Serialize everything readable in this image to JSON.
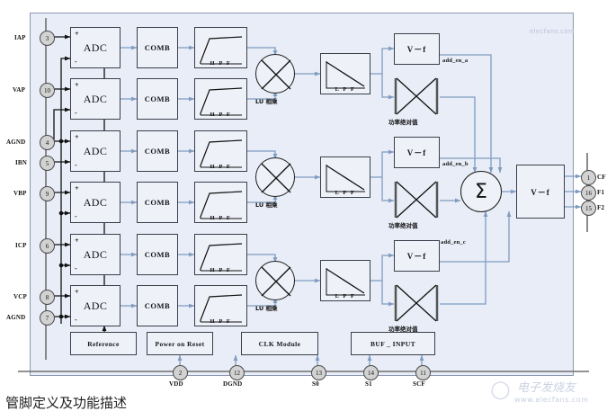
{
  "page": {
    "caption": "管脚定义及功能描述",
    "watermark_top": "elecfans.com",
    "watermark_brand": "电子发烧友",
    "watermark_url": "www.elecfans.com"
  },
  "colors": {
    "diagram_background": "#e8edf7",
    "block_fill": "#eef1f8",
    "block_border": "#3a3f4b",
    "signal_line": "#7f9cc0",
    "control_line": "#1c1c1c",
    "pin_fill": "#d2d2d2"
  },
  "input_pins": [
    {
      "label": "IAP",
      "number": "3"
    },
    {
      "label": "VAP",
      "number": "10"
    },
    {
      "label": "AGND",
      "number": "4"
    },
    {
      "label": "IBN",
      "number": "5"
    },
    {
      "label": "VBP",
      "number": "9"
    },
    {
      "label": "ICP",
      "number": "6"
    },
    {
      "label": "VCP",
      "number": "8"
    },
    {
      "label": "AGND",
      "number": "7"
    }
  ],
  "output_pins": [
    {
      "label": "CF",
      "number": "1"
    },
    {
      "label": "F1",
      "number": "16"
    },
    {
      "label": "F2",
      "number": "15"
    }
  ],
  "bottom_pins": [
    {
      "label": "VDD",
      "number": "2"
    },
    {
      "label": "DGND",
      "number": "12"
    },
    {
      "label": "S0",
      "number": "13"
    },
    {
      "label": "S1",
      "number": "14"
    },
    {
      "label": "SCF",
      "number": "11"
    }
  ],
  "adc_blocks": [
    {
      "label": "ADC",
      "plus": "+",
      "minus": "-"
    },
    {
      "label": "ADC",
      "plus": "+",
      "minus": "-"
    },
    {
      "label": "ADC",
      "plus": "+",
      "minus": "-"
    },
    {
      "label": "ADC",
      "plus": "+",
      "minus": "-"
    },
    {
      "label": "ADC",
      "plus": "+",
      "minus": "-"
    },
    {
      "label": "ADC",
      "plus": "+",
      "minus": "-"
    }
  ],
  "comb_blocks": [
    {
      "label": "COMB"
    },
    {
      "label": "COMB"
    },
    {
      "label": "COMB"
    },
    {
      "label": "COMB"
    },
    {
      "label": "COMB"
    },
    {
      "label": "COMB"
    }
  ],
  "hpf_blocks": [
    {
      "label": "H P F"
    },
    {
      "label": "H P F"
    },
    {
      "label": "H P F"
    },
    {
      "label": "H P F"
    },
    {
      "label": "H P F"
    },
    {
      "label": "H P F"
    }
  ],
  "channels": [
    {
      "name": "channel-a",
      "multiplier_label": "LU 相乘",
      "lpf_label": "L P F",
      "vf_label": "V－f",
      "abs_label": "功率绝对值",
      "enable_signal": "add_en_a"
    },
    {
      "name": "channel-b",
      "multiplier_label": "LU 相乘",
      "lpf_label": "L P F",
      "vf_label": "V－f",
      "abs_label": "功率绝对值",
      "enable_signal": "add_en_b"
    },
    {
      "name": "channel-c",
      "multiplier_label": "LU 相乘",
      "lpf_label": "L P F",
      "vf_label": "V－f",
      "abs_label": "功率绝对值",
      "enable_signal": "add_en_c"
    }
  ],
  "summation": {
    "symbol": "Σ"
  },
  "output_vf": {
    "label": "V－f"
  },
  "support_blocks": [
    {
      "label": "Reference"
    },
    {
      "label": "Power on Reset"
    },
    {
      "label": "CLK Module"
    },
    {
      "label": "BUF _ INPUT"
    }
  ]
}
